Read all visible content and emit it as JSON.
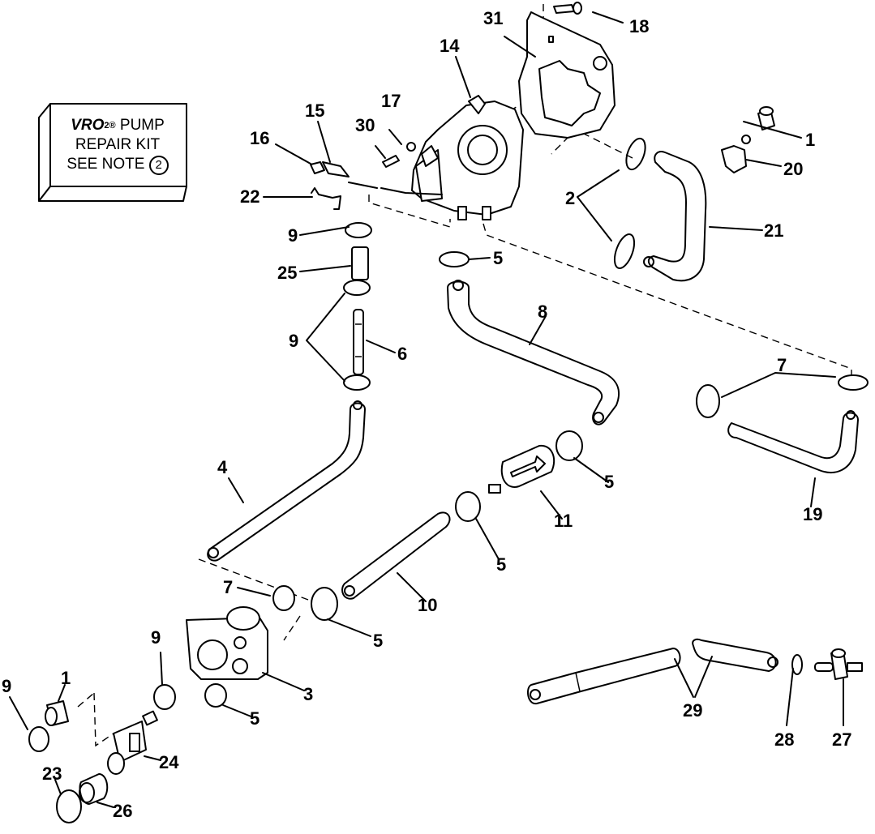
{
  "diagram": {
    "type": "exploded-parts-diagram",
    "subject": "VRO2 fuel pump and fuel hose assembly",
    "kit_box": {
      "brand": "VRO",
      "superscript": "2",
      "registered_mark": "®",
      "line1_suffix": "PUMP",
      "line2": "REPAIR KIT",
      "line3": "SEE NOTE",
      "note_number": "2"
    },
    "callouts": [
      {
        "id": "c31",
        "label": "31",
        "part": "pump mounting bracket"
      },
      {
        "id": "c18",
        "label": "18",
        "part": "screw"
      },
      {
        "id": "c14",
        "label": "14",
        "part": "elbow fitting"
      },
      {
        "id": "c15",
        "label": "15",
        "part": "sensor / fitting"
      },
      {
        "id": "c16",
        "label": "16",
        "part": "connector"
      },
      {
        "id": "c17",
        "label": "17",
        "part": "nut"
      },
      {
        "id": "c30",
        "label": "30",
        "part": "screw"
      },
      {
        "id": "c22",
        "label": "22",
        "part": "wire clip"
      },
      {
        "id": "c9a",
        "label": "9",
        "part": "hose clamp"
      },
      {
        "id": "c25",
        "label": "25",
        "part": "hose"
      },
      {
        "id": "c9b",
        "label": "9",
        "part": "hose clamps"
      },
      {
        "id": "c6",
        "label": "6",
        "part": "fuel fitting"
      },
      {
        "id": "c5a",
        "label": "5",
        "part": "hose clamp"
      },
      {
        "id": "c8",
        "label": "8",
        "part": "hose"
      },
      {
        "id": "c1a",
        "label": "1",
        "part": "cap"
      },
      {
        "id": "c20",
        "label": "20",
        "part": "clip"
      },
      {
        "id": "c2",
        "label": "2",
        "part": "clamps"
      },
      {
        "id": "c21",
        "label": "21",
        "part": "hose"
      },
      {
        "id": "c7a",
        "label": "7",
        "part": "clamps"
      },
      {
        "id": "c19",
        "label": "19",
        "part": "hose"
      },
      {
        "id": "c5b",
        "label": "5",
        "part": "hose clamp"
      },
      {
        "id": "c11",
        "label": "11",
        "part": "fuel filter"
      },
      {
        "id": "c5c",
        "label": "5",
        "part": "hose clamp"
      },
      {
        "id": "c4",
        "label": "4",
        "part": "hose"
      },
      {
        "id": "c10",
        "label": "10",
        "part": "hose"
      },
      {
        "id": "c7b",
        "label": "7",
        "part": "clamp"
      },
      {
        "id": "c5d",
        "label": "5",
        "part": "hose clamp"
      },
      {
        "id": "c3",
        "label": "3",
        "part": "filter housing"
      },
      {
        "id": "c9c",
        "label": "9",
        "part": "hose clamp"
      },
      {
        "id": "c5e",
        "label": "5",
        "part": "hose clamp"
      },
      {
        "id": "c9d",
        "label": "9",
        "part": "hose clamp"
      },
      {
        "id": "c1b",
        "label": "1",
        "part": "cap"
      },
      {
        "id": "c24",
        "label": "24",
        "part": "connector"
      },
      {
        "id": "c23",
        "label": "23",
        "part": "clamp"
      },
      {
        "id": "c26",
        "label": "26",
        "part": "cap"
      },
      {
        "id": "c29",
        "label": "29",
        "part": "hoses"
      },
      {
        "id": "c28",
        "label": "28",
        "part": "clamp"
      },
      {
        "id": "c27",
        "label": "27",
        "part": "fuel valve"
      }
    ]
  }
}
